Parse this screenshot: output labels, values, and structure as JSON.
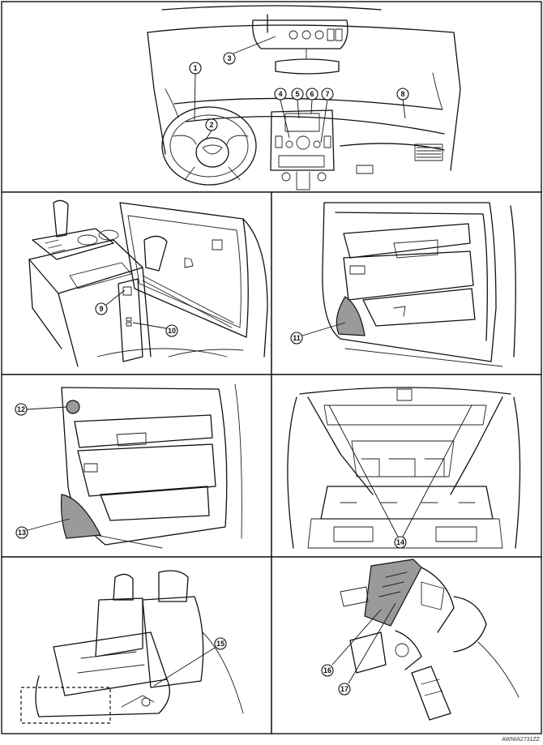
{
  "callouts": {
    "c1": "1",
    "c2": "2",
    "c3": "3",
    "c4": "4",
    "c5": "5",
    "c6": "6",
    "c7": "7",
    "c8": "8",
    "c9": "9",
    "c10": "10",
    "c11": "11",
    "c12": "12",
    "c13": "13",
    "c14": "14",
    "c15": "15",
    "c16": "16",
    "c17": "17"
  },
  "figure_code": "AWNIA2731ZZ"
}
